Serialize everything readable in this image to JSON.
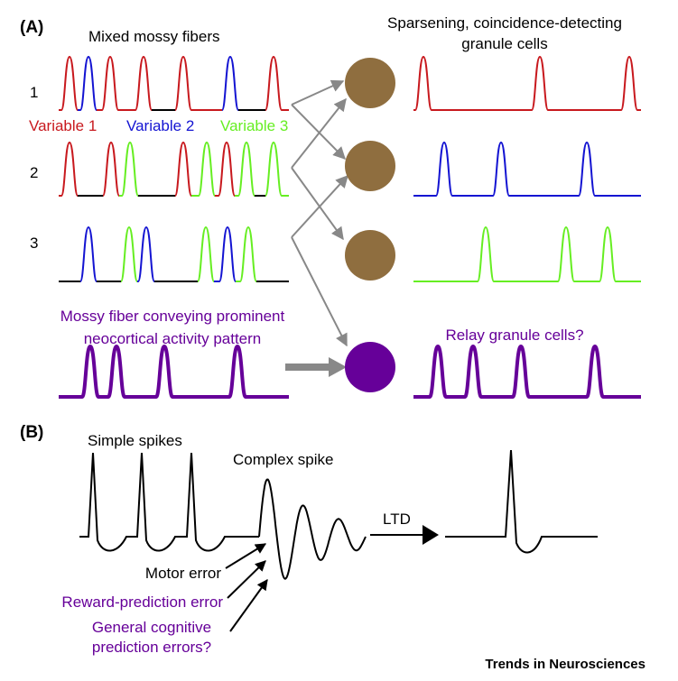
{
  "panel_a": {
    "label": "(A)",
    "mossy_title": "Mixed mossy fibers",
    "granule_title_1": "Sparsening, coincidence-detecting",
    "granule_title_2": "granule cells",
    "row_labels": [
      "1",
      "2",
      "3"
    ],
    "variable_labels": [
      "Variable 1",
      "Variable 2",
      "Variable 3"
    ],
    "neocortical_1": "Mossy fiber conveying prominent",
    "neocortical_2": "neocortical activity pattern",
    "relay_label": "Relay granule cells?"
  },
  "panel_b": {
    "label": "(B)",
    "simple_spikes": "Simple spikes",
    "complex_spike": "Complex spike",
    "ltd": "LTD",
    "motor_error": "Motor error",
    "reward_error": "Reward-prediction error",
    "cognitive_1": "General cognitive",
    "cognitive_2": "prediction errors?"
  },
  "footer": "Trends in Neurosciences",
  "colors": {
    "variable1": "#c8191e",
    "variable2": "#1414d2",
    "variable3": "#66ee22",
    "purple": "#660099",
    "granule_cell": "#8f6e3f",
    "arrow_gray": "#888888",
    "black": "#000000"
  }
}
